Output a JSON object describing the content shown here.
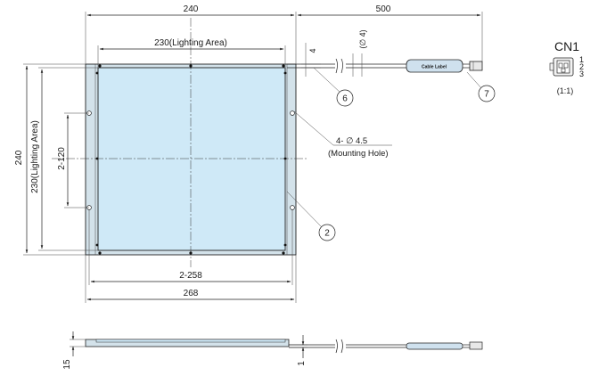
{
  "front_view": {
    "top_width": "240",
    "cable_length": "500",
    "lighting_width": "230(Lighting Area)",
    "cable_offset": "4",
    "cable_diameter": "(∅ 4)",
    "height": "240",
    "lighting_height": "230(Lighting Area)",
    "hole_pitch_vertical": "2-120",
    "mounting_holes_count": "4- ∅ 4.5",
    "mounting_holes_label": "(Mounting Hole)",
    "hole_pitch_horizontal": "2-258",
    "overall_width": "268",
    "cable_label_text": "Cable Label"
  },
  "callouts": [
    "6",
    "7",
    "2"
  ],
  "connector": {
    "title": "CN1",
    "pins": [
      "1",
      "2",
      "3"
    ],
    "scale": "(1:1)"
  },
  "side_view": {
    "thickness": "15",
    "panel_thickness": "1"
  },
  "colors": {
    "panel_fill": "#d3e2ea",
    "lighting_fill": "#cfe9f7",
    "line": "#222222"
  }
}
